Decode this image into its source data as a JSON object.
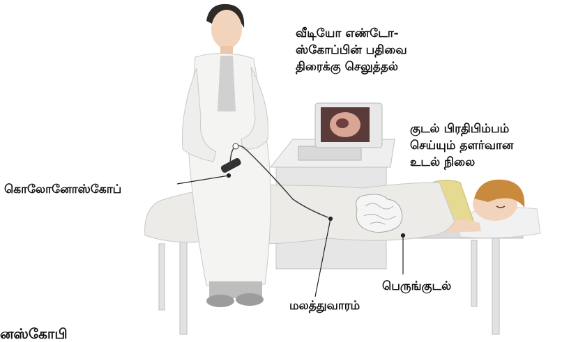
{
  "labels": {
    "monitor": [
      "வீடியோ எண்டோ-",
      "ஸ்கோப்பின் பதிவை",
      "திரைக்கு செலுத்தல்"
    ],
    "patient_position": [
      "குடல் பிரதிபிம்பம்",
      "செய்யும் தளர்வான",
      "உடல் நிலை"
    ],
    "colonoscope": "கொலோனோஸ்கோப்",
    "large_intestine": "பெருங்குடல்",
    "rectum": "மலத்துவாரம்"
  },
  "footer_title": "னஸ்கோபி",
  "colors": {
    "coat": "#f4f4f2",
    "coat_shadow": "#d6d6d6",
    "skin": "#f2d3bb",
    "hair_doctor": "#2e2a26",
    "hair_patient": "#c98a3e",
    "shirt_patient": "#e6d991",
    "sheet": "#ecebe8",
    "table": "#dcdcdc",
    "leader_line": "#222222"
  }
}
